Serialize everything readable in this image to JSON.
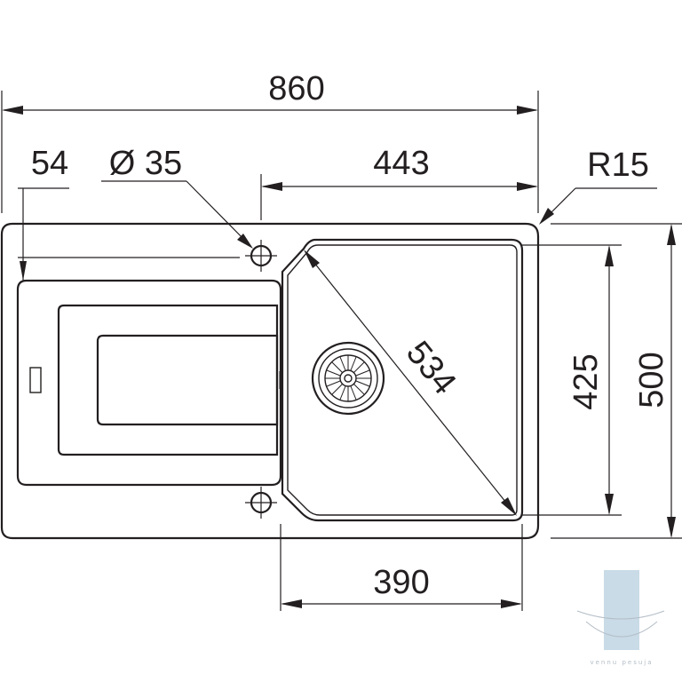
{
  "diagram": {
    "dimensions": {
      "overall_width": "860",
      "drainer_offset": "54",
      "tap_hole": "Ø 35",
      "bowl_offset": "443",
      "corner_radius": "R15",
      "bowl_diagonal": "534",
      "bowl_depth": "425",
      "overall_depth": "500",
      "bowl_width": "390"
    },
    "watermark": {
      "text": "vennu pesuja",
      "color": "#b8cfe0"
    }
  }
}
